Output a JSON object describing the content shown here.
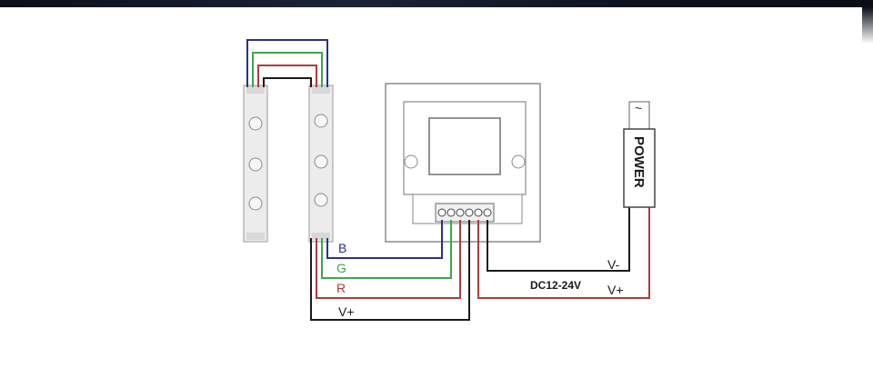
{
  "labels": {
    "b": "B",
    "g": "G",
    "r": "R",
    "vplus_strip": "V+",
    "vminus": "V-",
    "vplus_power": "V+",
    "dc": "DC12-24V",
    "power": "POWER",
    "tilde": "~"
  },
  "colors": {
    "blue": "#2b2f8f",
    "green": "#3aa84a",
    "red": "#b03a3a",
    "black": "#1a1a1a",
    "panel": "#7a7a7a",
    "strip": "#e8e8e8"
  }
}
